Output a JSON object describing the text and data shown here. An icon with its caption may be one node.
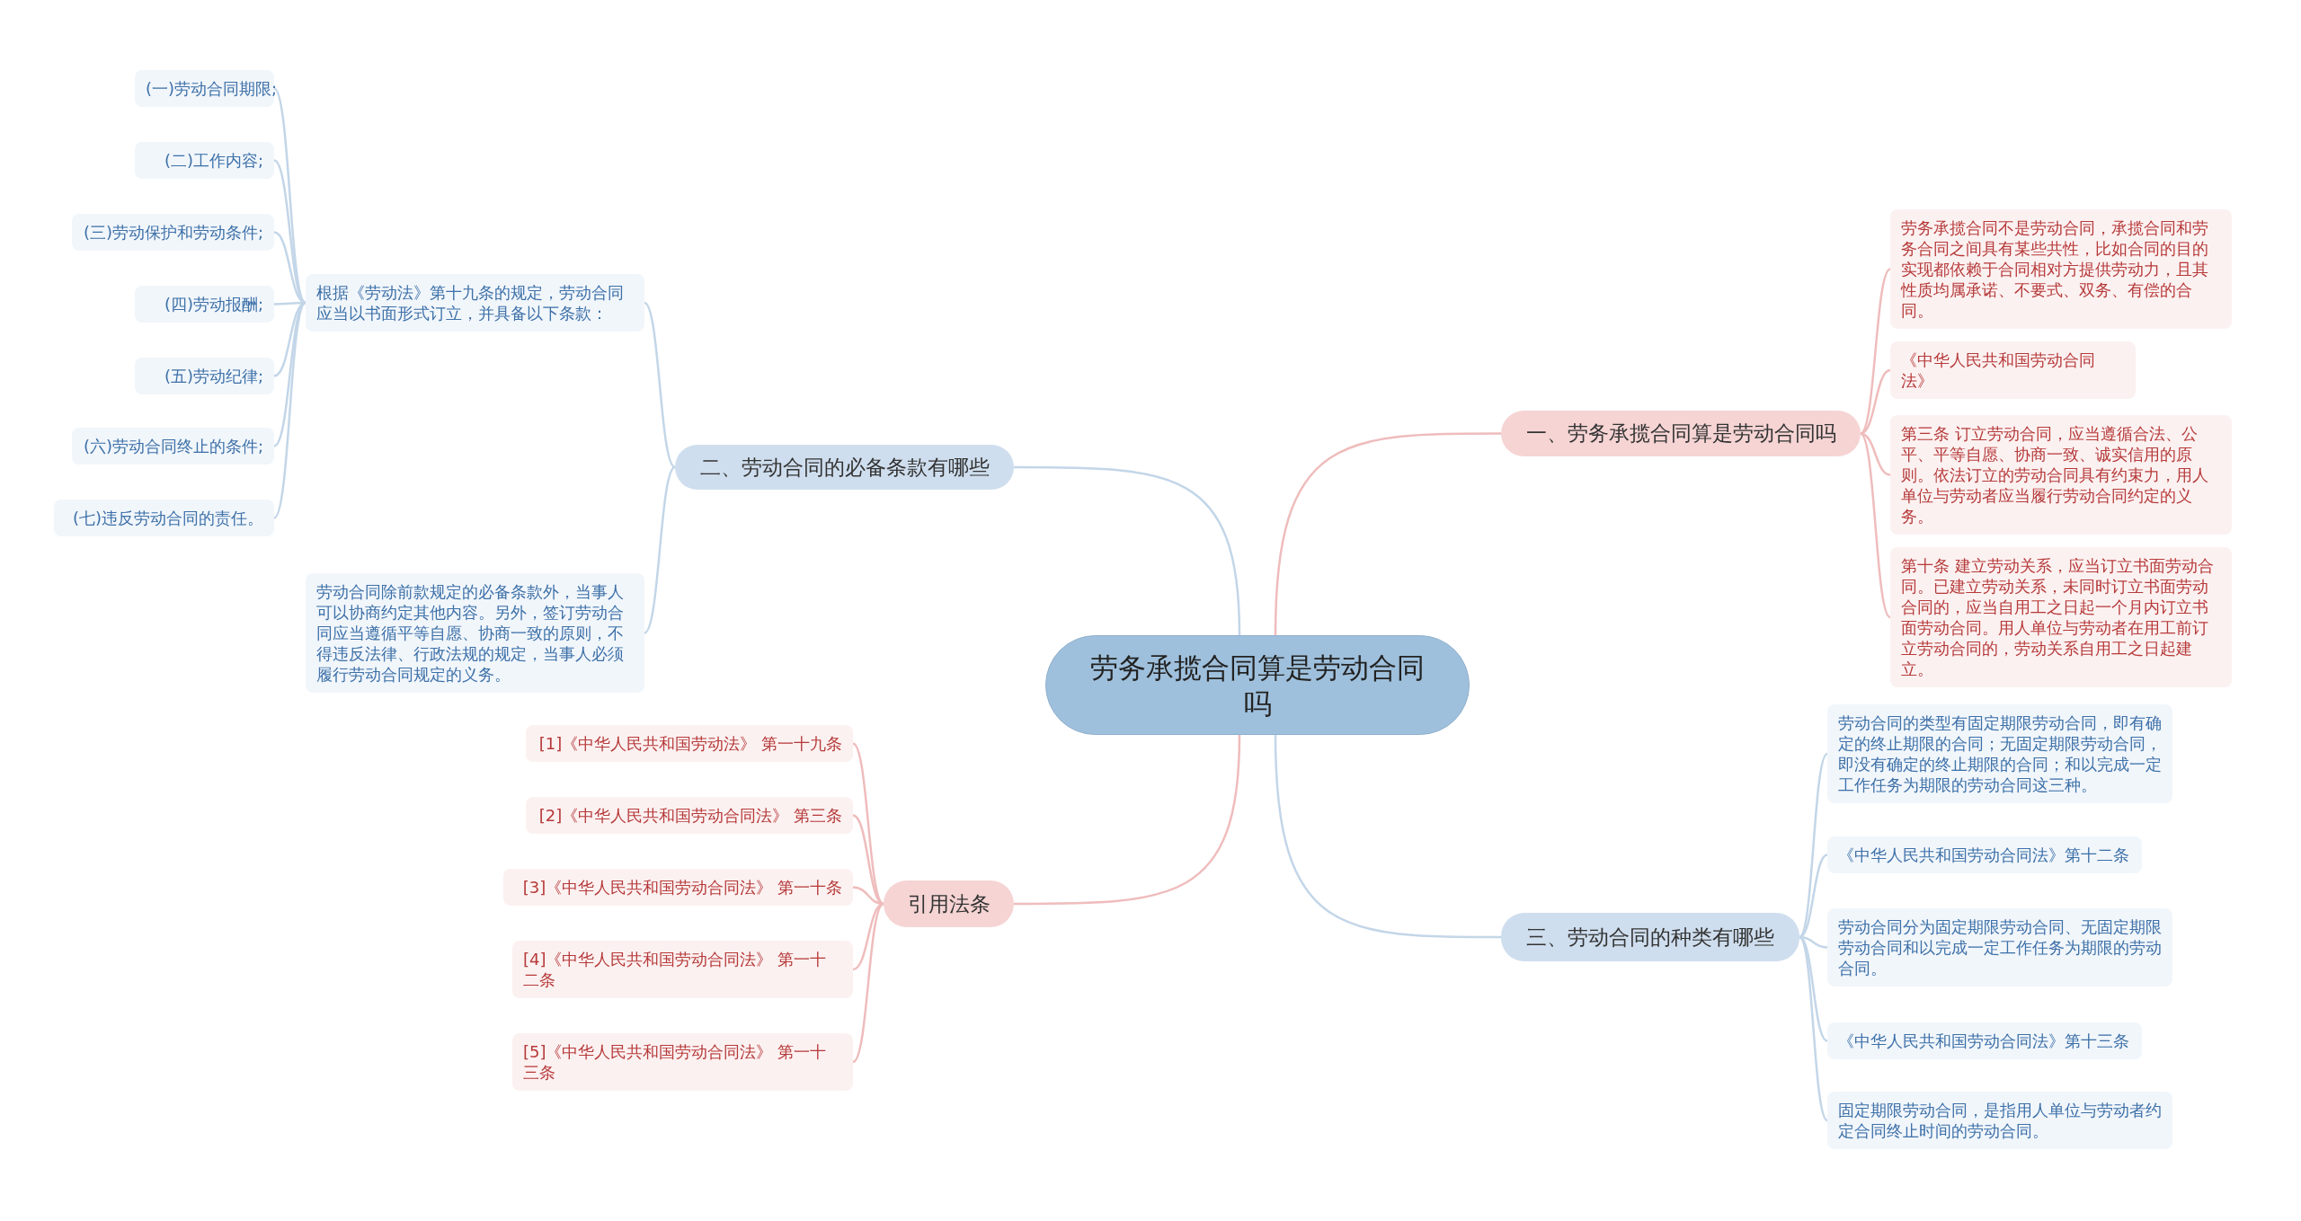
{
  "diagram": {
    "nodes": [
      {
        "text": [
          "劳务承揽合同算是劳动合同吗"
        ]
      },
      {
        "text": [
          "一、劳务承揽合同算是劳动合同吗"
        ]
      },
      {
        "text": [
          "劳务承揽合同不是劳动合同，承揽合同和劳务合同之间具有某些共性，比如合同的目的实现都依赖于合同相对方提供劳动力，且其性质均属承诺、不要式、双务、有偿的合同。"
        ]
      },
      {
        "text": [
          "《中华人民共和国劳动合同法》"
        ]
      },
      {
        "text": [
          "第三条 订立劳动合同，应当遵循合法、公平、平等自愿、协商一致、诚实信用的原则。依法订立的劳动合同具有约束力，用人单位与劳动者应当履行劳动合同约定的义务。"
        ]
      },
      {
        "text": [
          "第十条 建立劳动关系，应当订立书面劳动合同。已建立劳动关系，未同时订立书面劳动合同的，应当自用工之日起一个月内订立书面劳动合同。用人单位与劳动者在用工前订立劳动合同的，劳动关系自用工之日起建立。"
        ]
      },
      {
        "text": [
          "二、劳动合同的必备条款有哪些"
        ]
      },
      {
        "text": [
          "根据《劳动法》第十九条的规定，劳动合同应当以书面形式订立，并具备以下条款："
        ]
      },
      {
        "text": [
          "(一)劳动合同期限;"
        ]
      },
      {
        "text": [
          "(二)工作内容;"
        ]
      },
      {
        "text": [
          "(三)劳动保护和劳动条件;"
        ]
      },
      {
        "text": [
          "(四)劳动报酬;"
        ]
      },
      {
        "text": [
          "(五)劳动纪律;"
        ]
      },
      {
        "text": [
          "(六)劳动合同终止的条件;"
        ]
      },
      {
        "text": [
          "(七)违反劳动合同的责任。"
        ]
      },
      {
        "text": [
          "劳动合同除前款规定的必备条款外，当事人可以协商约定其他内容。另外，签订劳动合同应当遵循平等自愿、协商一致的原则，不得违反法律、行政法规的规定，当事人必须履行劳动合同规定的义务。"
        ]
      },
      {
        "text": [
          "引用法条"
        ]
      },
      {
        "text": [
          "[1]《中华人民共和国劳动法》 第一十九条"
        ]
      },
      {
        "text": [
          "[2]《中华人民共和国劳动合同法》 第三条"
        ]
      },
      {
        "text": [
          "[3]《中华人民共和国劳动合同法》 第一十条"
        ]
      },
      {
        "text": [
          "[4]《中华人民共和国劳动合同法》 第一十二条"
        ]
      },
      {
        "text": [
          "[5]《中华人民共和国劳动合同法》 第一十三条"
        ]
      },
      {
        "text": [
          "三、劳动合同的种类有哪些"
        ]
      },
      {
        "text": [
          "劳动合同的类型有固定期限劳动合同，即有确定的终止期限的合同；无固定期限劳动合同，即没有确定的终止期限的合同；和以完成一定工作任务为期限的劳动合同这三种。"
        ]
      },
      {
        "text": [
          "《中华人民共和国劳动合同法》第十二条"
        ]
      },
      {
        "text": [
          "劳动合同分为固定期限劳动合同、无固定期限劳动合同和以完成一定工作任务为期限的劳动合同。"
        ]
      },
      {
        "text": [
          "《中华人民共和国劳动合同法》第十三条"
        ]
      },
      {
        "text": [
          "固定期限劳动合同，是指用人单位与劳动者约定合同终止时间的劳动合同。"
        ]
      }
    ],
    "edges": [
      {
        "from": 0,
        "to": 1,
        "arrow": "none",
        "color": "#efbcbc"
      },
      {
        "from": 1,
        "to": 2,
        "arrow": "none",
        "color": "#efbcbc"
      },
      {
        "from": 1,
        "to": 3,
        "arrow": "none",
        "color": "#efbcbc"
      },
      {
        "from": 1,
        "to": 4,
        "arrow": "none",
        "color": "#efbcbc"
      },
      {
        "from": 1,
        "to": 5,
        "arrow": "none",
        "color": "#efbcbc"
      },
      {
        "from": 0,
        "to": 6,
        "arrow": "none"
      },
      {
        "from": 6,
        "to": 7,
        "arrow": "none"
      },
      {
        "from": 7,
        "to": 8,
        "arrow": "none"
      },
      {
        "from": 7,
        "to": 9,
        "arrow": "none"
      },
      {
        "from": 7,
        "to": 10,
        "arrow": "none"
      },
      {
        "from": 7,
        "to": 11,
        "arrow": "none"
      },
      {
        "from": 7,
        "to": 12,
        "arrow": "none"
      },
      {
        "from": 7,
        "to": 13,
        "arrow": "none"
      },
      {
        "from": 7,
        "to": 14,
        "arrow": "none"
      },
      {
        "from": 6,
        "to": 15,
        "arrow": "none"
      },
      {
        "from": 0,
        "to": 16,
        "arrow": "none",
        "color": "#efbcbc"
      },
      {
        "from": 16,
        "to": 17,
        "arrow": "none",
        "color": "#efbcbc"
      },
      {
        "from": 16,
        "to": 18,
        "arrow": "none",
        "color": "#efbcbc"
      },
      {
        "from": 16,
        "to": 19,
        "arrow": "none",
        "color": "#efbcbc"
      },
      {
        "from": 16,
        "to": 20,
        "arrow": "none",
        "color": "#efbcbc"
      },
      {
        "from": 16,
        "to": 21,
        "arrow": "none",
        "color": "#efbcbc"
      },
      {
        "from": 0,
        "to": 22,
        "arrow": "none"
      },
      {
        "from": 22,
        "to": 23,
        "arrow": "none"
      },
      {
        "from": 22,
        "to": 24,
        "arrow": "none"
      },
      {
        "from": 22,
        "to": 25,
        "arrow": "none"
      },
      {
        "from": 22,
        "to": 26,
        "arrow": "none"
      },
      {
        "from": 22,
        "to": 27,
        "arrow": "none"
      }
    ]
  }
}
